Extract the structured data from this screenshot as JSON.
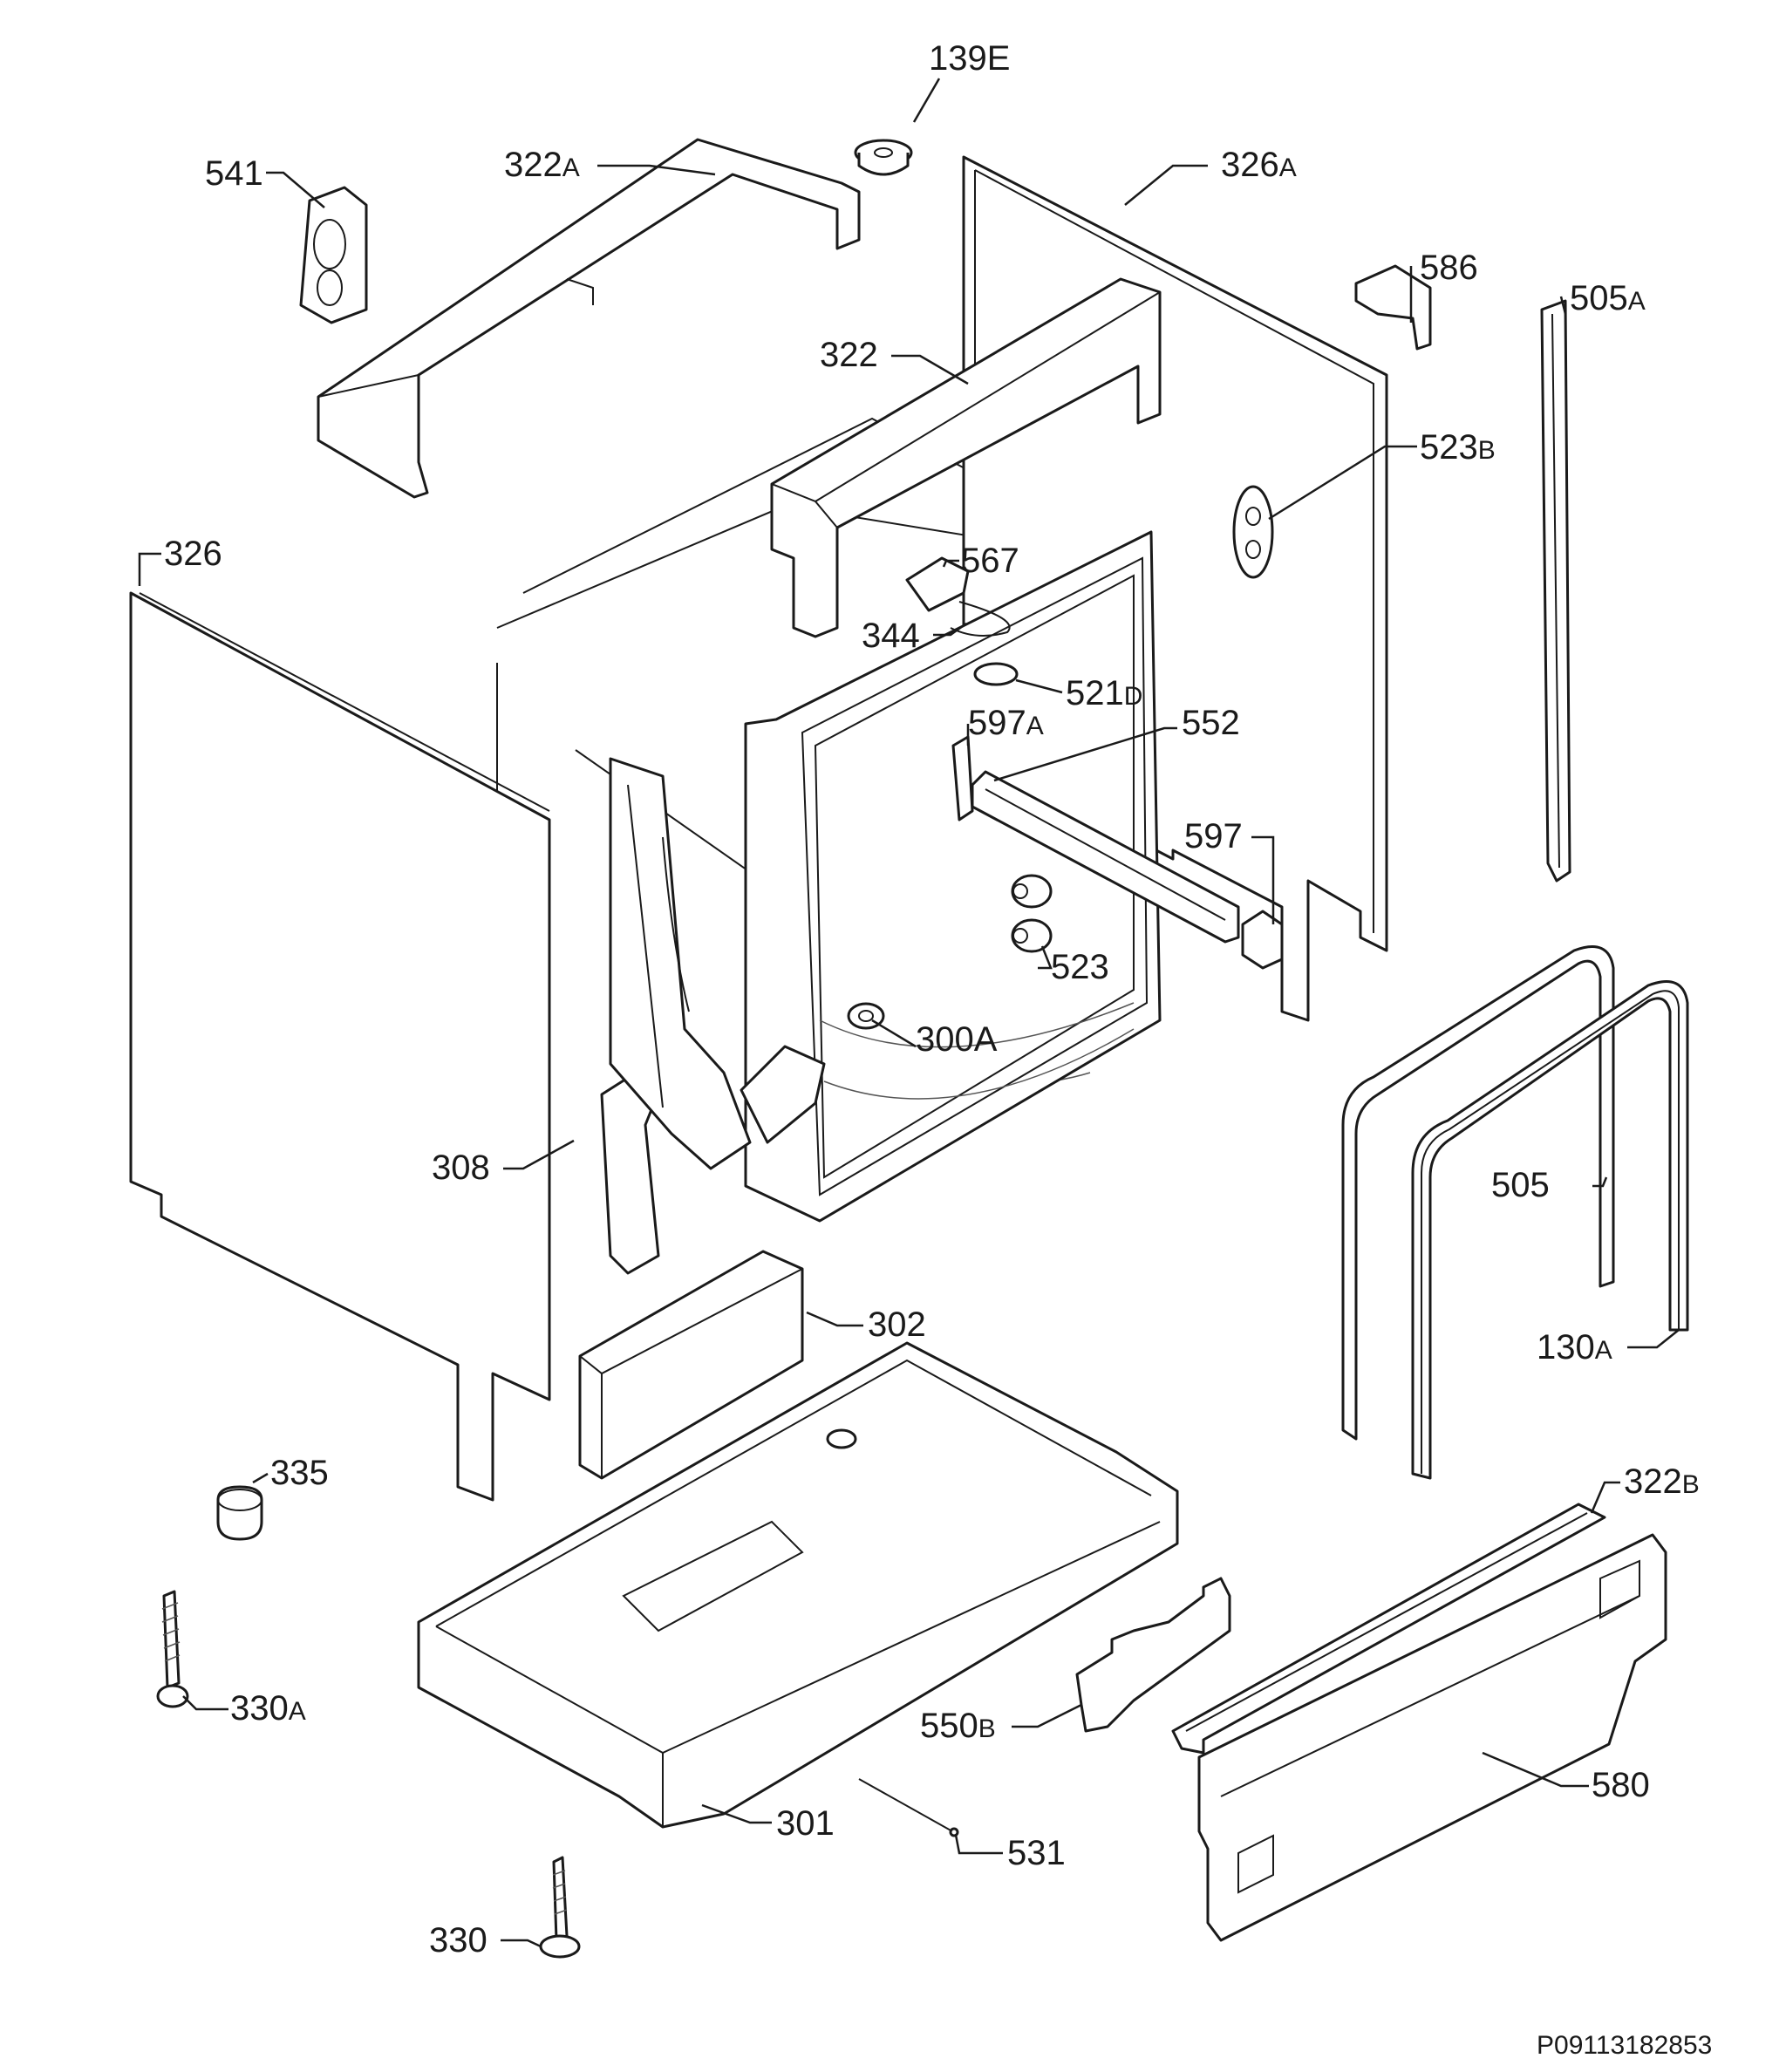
{
  "diagram": {
    "reference_code": "P09113182853",
    "labels": [
      {
        "id": "139e",
        "num": "139E",
        "suf": ""
      },
      {
        "id": "541",
        "num": "541",
        "suf": ""
      },
      {
        "id": "322a",
        "num": "322",
        "suf": "A"
      },
      {
        "id": "326a",
        "num": "326",
        "suf": "A"
      },
      {
        "id": "586",
        "num": "586",
        "suf": ""
      },
      {
        "id": "505a",
        "num": "505",
        "suf": "A"
      },
      {
        "id": "322",
        "num": "322",
        "suf": ""
      },
      {
        "id": "523b",
        "num": "523",
        "suf": "B"
      },
      {
        "id": "326",
        "num": "326",
        "suf": ""
      },
      {
        "id": "567",
        "num": "567",
        "suf": ""
      },
      {
        "id": "344",
        "num": "344",
        "suf": ""
      },
      {
        "id": "521d",
        "num": "521",
        "suf": "D"
      },
      {
        "id": "597a",
        "num": "597",
        "suf": "A"
      },
      {
        "id": "552",
        "num": "552",
        "suf": ""
      },
      {
        "id": "597",
        "num": "597",
        "suf": ""
      },
      {
        "id": "523",
        "num": "523",
        "suf": ""
      },
      {
        "id": "300a",
        "num": "300A",
        "suf": ""
      },
      {
        "id": "308",
        "num": "308",
        "suf": ""
      },
      {
        "id": "505",
        "num": "505",
        "suf": ""
      },
      {
        "id": "302",
        "num": "302",
        "suf": ""
      },
      {
        "id": "130a",
        "num": "130",
        "suf": "A"
      },
      {
        "id": "335",
        "num": "335",
        "suf": ""
      },
      {
        "id": "322b",
        "num": "322",
        "suf": "B"
      },
      {
        "id": "330a",
        "num": "330",
        "suf": "A"
      },
      {
        "id": "550b",
        "num": "550",
        "suf": "B"
      },
      {
        "id": "580",
        "num": "580",
        "suf": ""
      },
      {
        "id": "301",
        "num": "301",
        "suf": ""
      },
      {
        "id": "531",
        "num": "531",
        "suf": ""
      },
      {
        "id": "330",
        "num": "330",
        "suf": ""
      }
    ]
  }
}
